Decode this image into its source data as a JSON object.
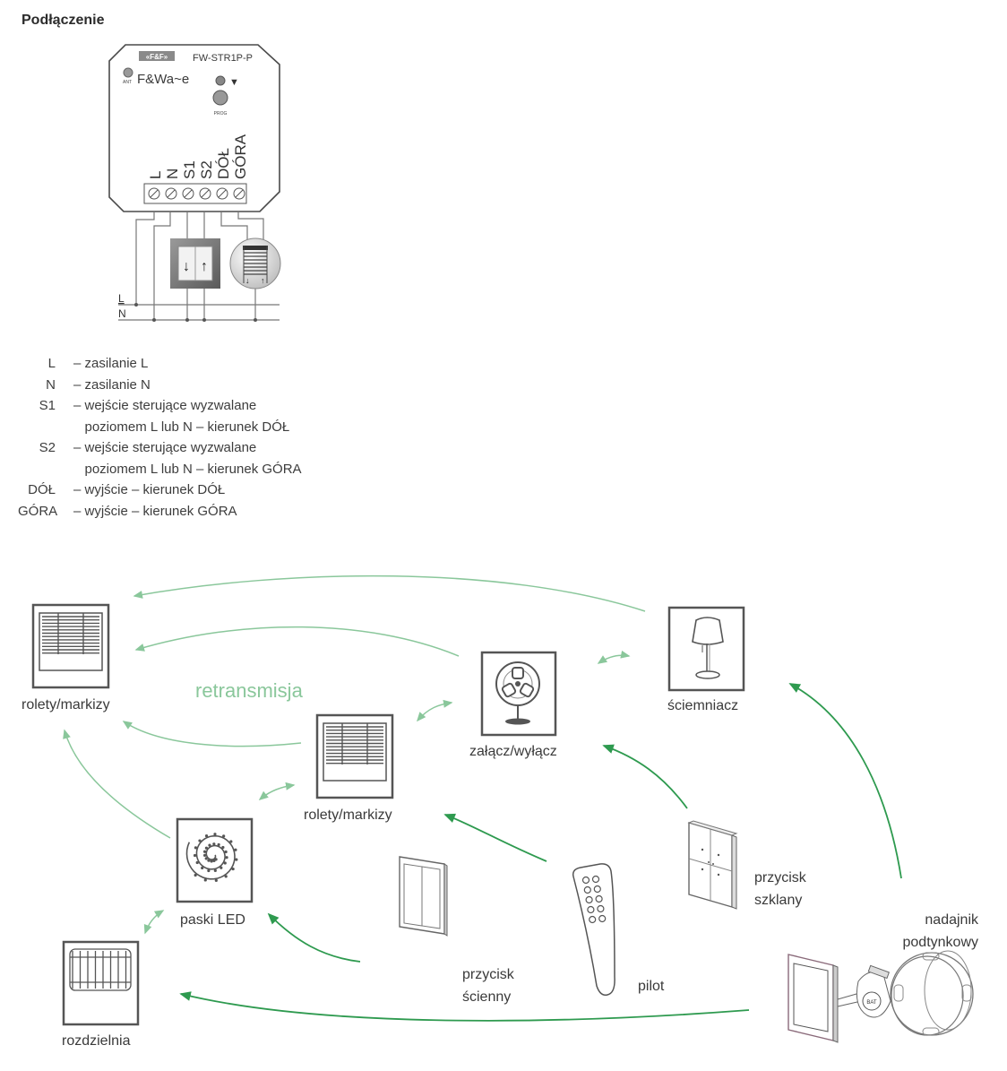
{
  "title": "Podłączenie",
  "device": {
    "brand_logo": "«F&F»",
    "model": "FW-STR1P-P",
    "wave_logo": "F&Wa~e",
    "ant_label": "ANT",
    "prog_label": "PROG",
    "terminals": [
      "L",
      "N",
      "S1",
      "S2",
      "DÓŁ",
      "GÓRA"
    ],
    "bus_lines": [
      "L",
      "N"
    ],
    "switch_arrows": [
      "↓",
      "↑"
    ]
  },
  "legend": [
    {
      "key": "L",
      "text": "– zasilanie L"
    },
    {
      "key": "N",
      "text": "– zasilanie N"
    },
    {
      "key": "S1",
      "text": "– wejście sterujące wyzwalane"
    },
    {
      "key": "",
      "text": "   poziomem L lub N – kierunek DÓŁ"
    },
    {
      "key": "S2",
      "text": "– wejście sterujące wyzwalane"
    },
    {
      "key": "",
      "text": "   poziomem L lub N – kierunek GÓRA"
    },
    {
      "key": "DÓŁ",
      "text": "– wyjście – kierunek DÓŁ"
    },
    {
      "key": "GÓRA",
      "text": "– wyjście – kierunek GÓRA"
    }
  ],
  "network": {
    "retransmission_label": "retransmisja",
    "colors": {
      "retransmission": "#8ac79b",
      "direct": "#2e9a4f",
      "icon": "#555555"
    },
    "receivers": [
      {
        "id": "blinds-1",
        "label": "rolety/markizy",
        "icon": "blinds-icon"
      },
      {
        "id": "blinds-2",
        "label": "rolety/markizy",
        "icon": "blinds-icon"
      },
      {
        "id": "onoff",
        "label": "załącz/wyłącz",
        "icon": "fan-icon"
      },
      {
        "id": "dimmer",
        "label": "ściemniacz",
        "icon": "lamp-icon"
      },
      {
        "id": "led",
        "label": "paski LED",
        "icon": "led-strip-icon"
      },
      {
        "id": "switchboard",
        "label": "rozdzielnia",
        "icon": "switchboard-icon"
      }
    ],
    "transmitters": [
      {
        "id": "wall-button",
        "label_line1": "przycisk",
        "label_line2": "ścienny",
        "icon": "wall-switch-icon"
      },
      {
        "id": "remote",
        "label_line1": "pilot",
        "label_line2": "",
        "icon": "remote-icon"
      },
      {
        "id": "glass-button",
        "label_line1": "przycisk",
        "label_line2": "szklany",
        "icon": "glass-switch-icon"
      },
      {
        "id": "flush-transmitter",
        "label_line1": "nadajnik",
        "label_line2": "podtynkowy",
        "icon": "flush-transmitter-icon"
      }
    ]
  }
}
